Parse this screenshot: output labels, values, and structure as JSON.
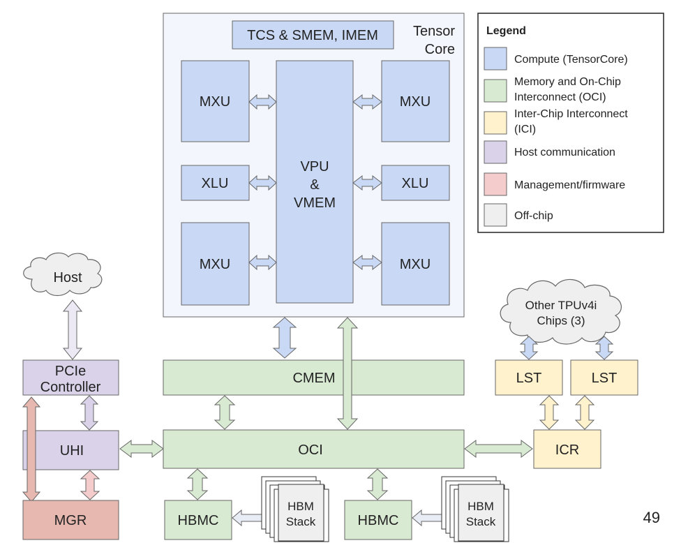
{
  "colors": {
    "compute": "#c9d9f5",
    "memory": "#d9ead3",
    "ici": "#fff2cc",
    "host": "#d9d2e9",
    "mgmt": "#e6b8af",
    "mgmt_light": "#f4cccc",
    "offchip": "#efefef",
    "tensorcore_bg": "#f3f6fc",
    "stroke": "#666666"
  },
  "tensor_core": {
    "title_line1": "Tensor",
    "title_line2": "Core",
    "tcs_label": "TCS & SMEM, IMEM",
    "mxu_label": "MXU",
    "xlu_label": "XLU",
    "vpu_line1": "VPU",
    "vpu_line2": "&",
    "vpu_line3": "VMEM"
  },
  "blocks": {
    "host": "Host",
    "pcie_line1": "PCIe",
    "pcie_line2": "Controller",
    "uhi": "UHI",
    "mgr": "MGR",
    "cmem": "CMEM",
    "oci": "OCI",
    "hbmc": "HBMC",
    "hbm_line1": "HBM",
    "hbm_line2": "Stack",
    "other_line1": "Other TPUv4i",
    "other_line2": "Chips (3)",
    "lst": "LST",
    "icr": "ICR"
  },
  "legend": {
    "title": "Legend",
    "items": [
      {
        "label_lines": [
          "Compute (TensorCore)"
        ],
        "color": "#c9d9f5"
      },
      {
        "label_lines": [
          "Memory and On-Chip",
          "Interconnect (OCI)"
        ],
        "color": "#d9ead3"
      },
      {
        "label_lines": [
          "Inter-Chip Interconnect",
          "(ICI)"
        ],
        "color": "#fff2cc"
      },
      {
        "label_lines": [
          "Host communication"
        ],
        "color": "#d9d2e9"
      },
      {
        "label_lines": [
          "Management/firmware"
        ],
        "color": "#f4cccc"
      },
      {
        "label_lines": [
          "Off-chip"
        ],
        "color": "#efefef"
      }
    ]
  },
  "page_number": "49"
}
